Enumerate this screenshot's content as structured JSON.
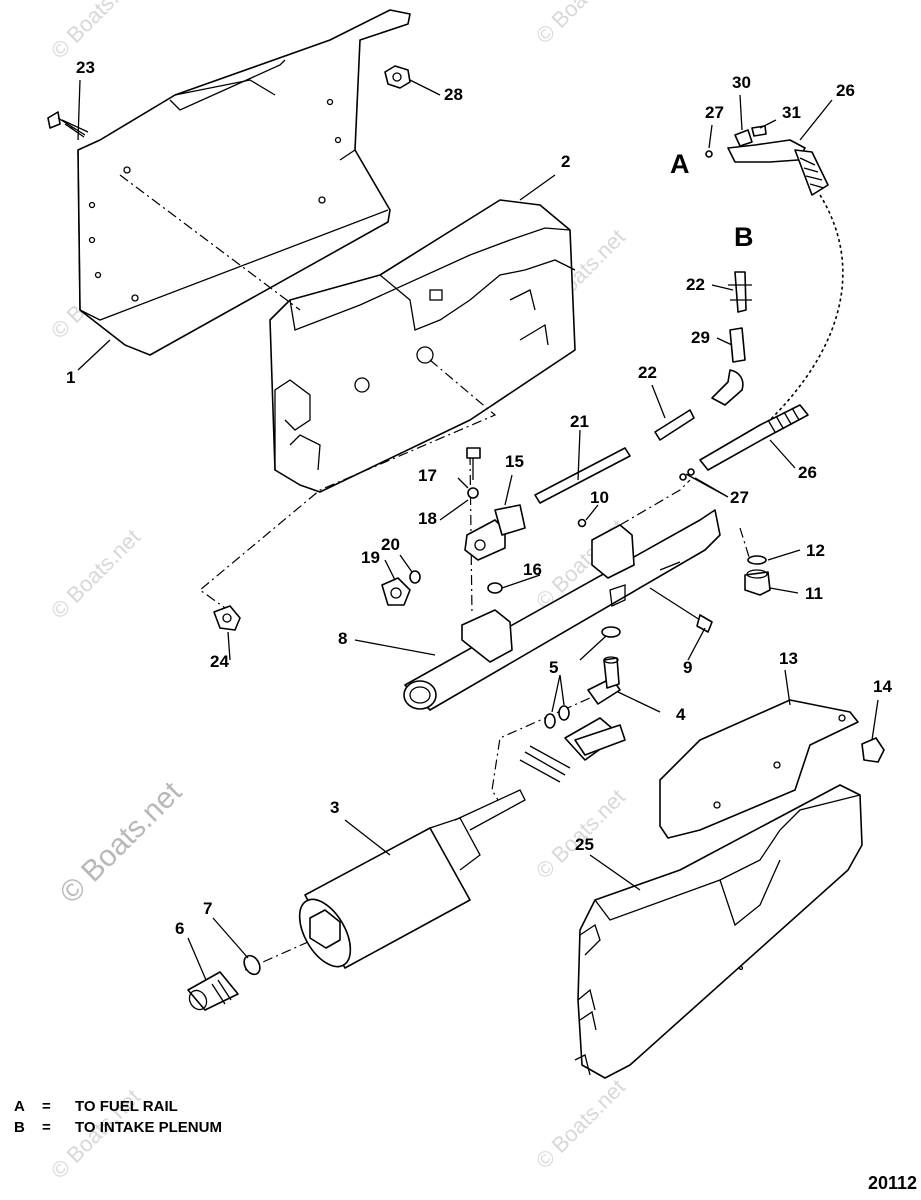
{
  "callouts": {
    "c1": "1",
    "c2": "2",
    "c3": "3",
    "c4": "4",
    "c5": "5",
    "c6": "6",
    "c7": "7",
    "c8": "8",
    "c9": "9",
    "c10": "10",
    "c11": "11",
    "c12": "12",
    "c13": "13",
    "c14": "14",
    "c15": "15",
    "c16": "16",
    "c17": "17",
    "c18": "18",
    "c19": "19",
    "c20": "20",
    "c21": "21",
    "c22a": "22",
    "c22b": "22",
    "c23": "23",
    "c24": "24",
    "c25": "25",
    "c26a": "26",
    "c26b": "26",
    "c27a": "27",
    "c27b": "27",
    "c28": "28",
    "c29": "29",
    "c30": "30",
    "c31": "31"
  },
  "view_labels": {
    "a": "A",
    "b": "B"
  },
  "legend": [
    {
      "key": "A",
      "eq": "=",
      "text": "TO FUEL RAIL"
    },
    {
      "key": "B",
      "eq": "=",
      "text": "TO INTAKE PLENUM"
    }
  ],
  "watermark": "© Boats.net",
  "figure_code": "20112"
}
